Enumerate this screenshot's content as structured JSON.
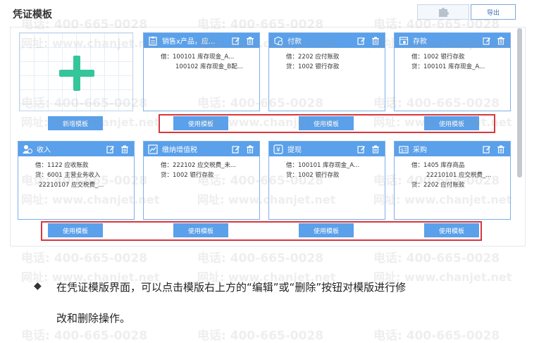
{
  "page": {
    "title": "凭证模板",
    "export_label": "导出"
  },
  "watermark": {
    "tel": "电话: 400-665-0028",
    "url": "网址: www.chanjet.net"
  },
  "add_card": {
    "button_label": "新增模板"
  },
  "use_label": "使用模板",
  "cards": [
    {
      "name": "销售x产品，应...",
      "lines": [
        "借：100101 库存现金_A...",
        "100102 库存现金_B配..."
      ]
    },
    {
      "name": "付款",
      "lines": [
        "借：2202 应付账款",
        "贷：1002 银行存款"
      ]
    },
    {
      "name": "存款",
      "lines": [
        "借：1002 银行存款",
        "贷：100101 库存现金_A..."
      ]
    },
    {
      "name": "收入",
      "lines": [
        "借：1122 应收账款",
        "贷：6001 主营业务收入",
        "22210107 应交税费_..."
      ]
    },
    {
      "name": "缴纳增值税",
      "lines": [
        "借：222102 应交税费_未...",
        "贷：1002 银行存款"
      ]
    },
    {
      "name": "提现",
      "lines": [
        "借：100101 库存现金_A...",
        "贷：1002 银行存款"
      ]
    },
    {
      "name": "采购",
      "lines": [
        "借：1405 库存商品",
        "22210101 应交税费_...",
        "贷：2202 应付账款"
      ]
    }
  ],
  "note": {
    "bullet": "◆",
    "line1": "在凭证模版界面，可以点击模版右上方的“编辑”或“删除”按钮对模版进行修",
    "line2": "改和删除操作。"
  },
  "colors": {
    "card_header": "#5aa0ea",
    "plus": "#34c59b",
    "highlight": "#d9363e"
  }
}
